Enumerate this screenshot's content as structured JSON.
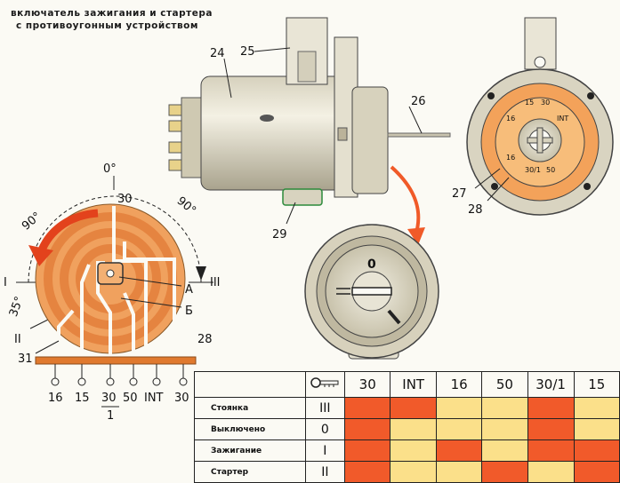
{
  "title": {
    "line1": "включатель зажигания и стартера",
    "line2": "с противоугонным устройством"
  },
  "callouts": {
    "c24": "24",
    "c25": "25",
    "c26": "26",
    "c27": "27",
    "c28_right": "28",
    "c28_left": "28",
    "c29": "29",
    "c31": "31"
  },
  "rotary_diagram": {
    "angle_top": "0°",
    "angle_left": "90°",
    "angle_right": "90°",
    "angle_small": "35°",
    "pos_I": "I",
    "pos_II": "II",
    "pos_III": "III",
    "contact_top": "30",
    "letter_A": "А",
    "letter_B": "Б"
  },
  "terminals_bottom": [
    "16",
    "15",
    "30",
    "50",
    "INT",
    "30"
  ],
  "terminal_sub": "1",
  "end_view_labels": [
    "15",
    "30",
    "16",
    "INT",
    "16",
    "30/1",
    "50"
  ],
  "key_face_zero": "0",
  "table": {
    "key_icon": "key-icon",
    "columns": [
      "30",
      "INT",
      "16",
      "50",
      "30/1",
      "15"
    ],
    "rows": [
      {
        "name": "Стоянка",
        "symbol": "III",
        "states": [
          1,
          1,
          0,
          0,
          1,
          0
        ]
      },
      {
        "name": "Выключено",
        "symbol": "0",
        "states": [
          1,
          0,
          0,
          0,
          1,
          0
        ]
      },
      {
        "name": "Зажигание",
        "symbol": "I",
        "states": [
          1,
          0,
          1,
          0,
          1,
          1
        ]
      },
      {
        "name": "Стартер",
        "symbol": "II",
        "states": [
          1,
          0,
          0,
          1,
          0,
          1
        ]
      }
    ],
    "colors": {
      "on": "#f15a2a",
      "off": "#fbe08a"
    }
  }
}
